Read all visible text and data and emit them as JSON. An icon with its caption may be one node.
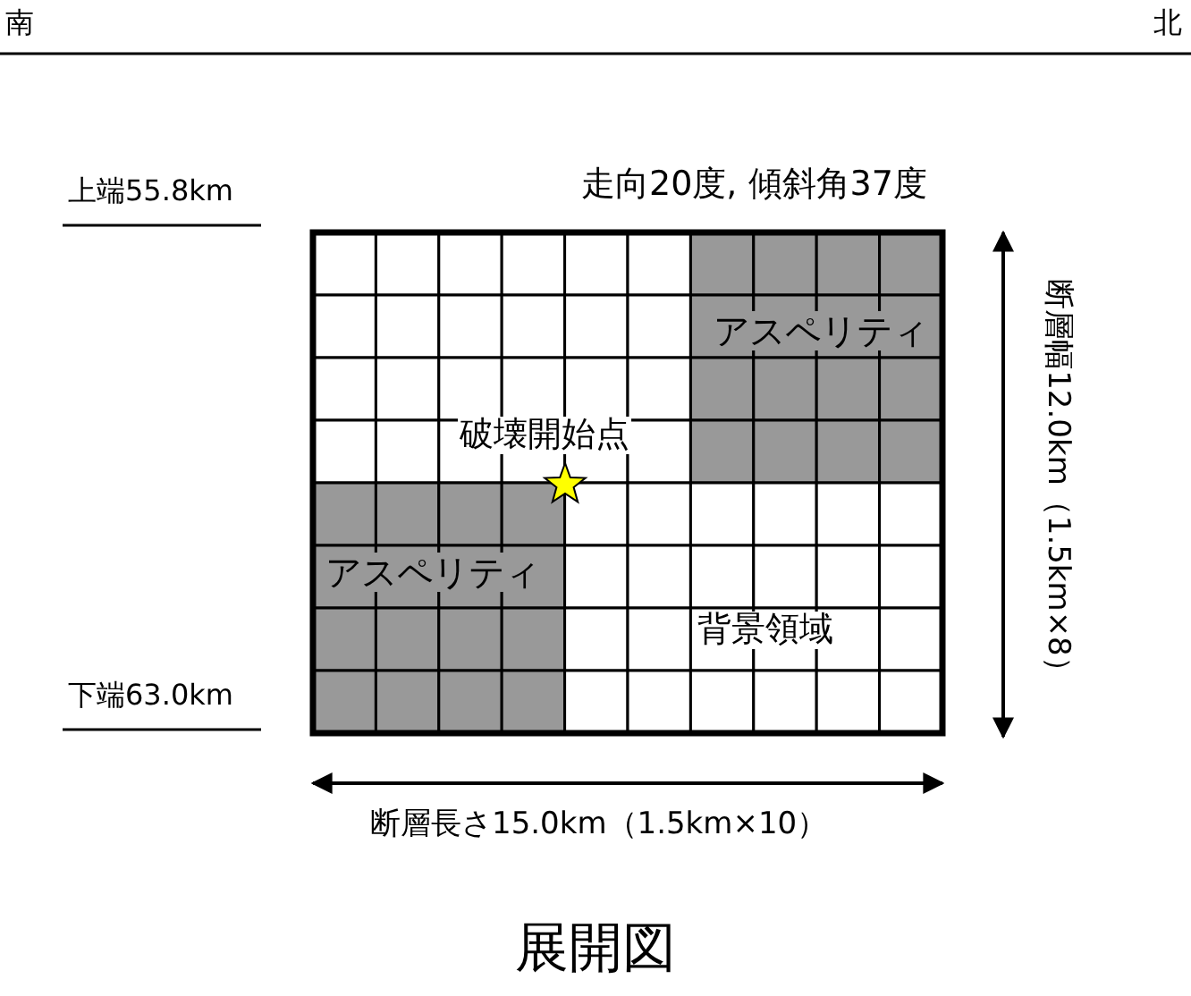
{
  "diagram": {
    "caption": "展開図",
    "labels": [
      "南",
      "北",
      "上端55.8km",
      "走向20度, 傾斜角37度",
      "アスペリティ",
      "破壊開始点",
      "アスペリティ",
      "背景領域",
      "下端63.0km",
      "断層幅12.0km（1.5km×8）",
      "断層長さ15.0km（1.5km×10）"
    ]
  }
}
